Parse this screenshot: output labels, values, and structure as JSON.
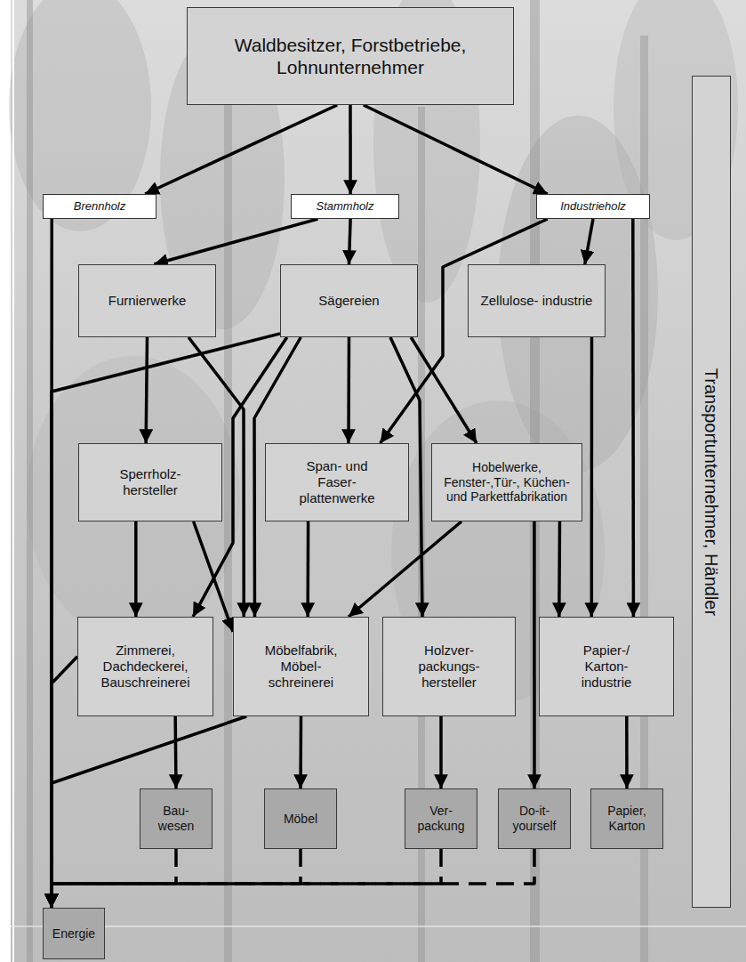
{
  "diagram": {
    "nodes": [
      {
        "text": [
          "Waldbesitzer, Forstbetriebe, Lohnunternehmer"
        ]
      },
      {
        "text": [
          "Brennholz"
        ]
      },
      {
        "text": [
          "Stammholz"
        ]
      },
      {
        "text": [
          "Industrieholz"
        ]
      },
      {
        "text": [
          "Furnierwerke"
        ]
      },
      {
        "text": [
          "Sägereien"
        ]
      },
      {
        "text": [
          "Zellulose- industrie"
        ]
      },
      {
        "text": [
          "Sperrholz- hersteller"
        ]
      },
      {
        "text": [
          "Span- und Faser- plattenwerke"
        ]
      },
      {
        "text": [
          "Hobelwerke, Fenster-,Tür-, Küchen- und Parkettfabrikation"
        ]
      },
      {
        "text": [
          "Zimmerei, Dachdeckerei, Bauschreinerei"
        ]
      },
      {
        "text": [
          "Möbelfabrik, Möbel- schreinerei"
        ]
      },
      {
        "text": [
          "Holzver- packungs- hersteller"
        ]
      },
      {
        "text": [
          "Papier-/ Karton- industrie"
        ]
      },
      {
        "text": [
          "Bau- wesen"
        ]
      },
      {
        "text": [
          "Möbel"
        ]
      },
      {
        "text": [
          "Ver- packung"
        ]
      },
      {
        "text": [
          "Do-it- yourself"
        ]
      },
      {
        "text": [
          "Papier, Karton"
        ]
      },
      {
        "text": [
          "Energie"
        ]
      },
      {
        "text": [
          "Transportunternehmer, Händler"
        ]
      }
    ],
    "edges": [
      {
        "from": 0,
        "to": 1,
        "arrow": "to"
      },
      {
        "from": 0,
        "to": 2,
        "arrow": "to"
      },
      {
        "from": 0,
        "to": 3,
        "arrow": "to"
      },
      {
        "from": 1,
        "to": 19,
        "arrow": "to"
      },
      {
        "from": 2,
        "to": 4,
        "arrow": "to"
      },
      {
        "from": 2,
        "to": 5,
        "arrow": "to"
      },
      {
        "from": 3,
        "to": 6,
        "arrow": "to"
      },
      {
        "from": 3,
        "to": 8,
        "arrow": "to"
      },
      {
        "from": 3,
        "to": 13,
        "arrow": "to"
      },
      {
        "from": 4,
        "to": 7,
        "arrow": "to"
      },
      {
        "from": 4,
        "to": 11,
        "arrow": "to"
      },
      {
        "from": 5,
        "to": 19,
        "arrow": "to"
      },
      {
        "from": 5,
        "to": 10,
        "arrow": "to"
      },
      {
        "from": 5,
        "to": 11,
        "arrow": "to"
      },
      {
        "from": 5,
        "to": 8,
        "arrow": "to"
      },
      {
        "from": 5,
        "to": 12,
        "arrow": "to"
      },
      {
        "from": 5,
        "to": 9,
        "arrow": "to"
      },
      {
        "from": 6,
        "to": 13,
        "arrow": "to"
      },
      {
        "from": 7,
        "to": 10,
        "arrow": "to"
      },
      {
        "from": 7,
        "to": 11,
        "arrow": "to"
      },
      {
        "from": 8,
        "to": 11,
        "arrow": "to"
      },
      {
        "from": 9,
        "to": 11,
        "arrow": "to"
      },
      {
        "from": 9,
        "to": 17,
        "arrow": "to"
      },
      {
        "from": 9,
        "to": 13,
        "arrow": "to"
      },
      {
        "from": 10,
        "to": 14,
        "arrow": "to"
      },
      {
        "from": 11,
        "to": 15,
        "arrow": "to"
      },
      {
        "from": 12,
        "to": 16,
        "arrow": "to"
      },
      {
        "from": 13,
        "to": 18,
        "arrow": "to"
      },
      {
        "from": 10,
        "to": 19,
        "arrow": "to"
      },
      {
        "from": 11,
        "to": 19,
        "arrow": "to"
      },
      {
        "from": 14,
        "to": 19,
        "arrow": "to"
      },
      {
        "from": 15,
        "to": 19,
        "arrow": "to"
      },
      {
        "from": 16,
        "to": 19,
        "arrow": "to"
      },
      {
        "from": 17,
        "to": 19,
        "arrow": "to"
      }
    ]
  }
}
